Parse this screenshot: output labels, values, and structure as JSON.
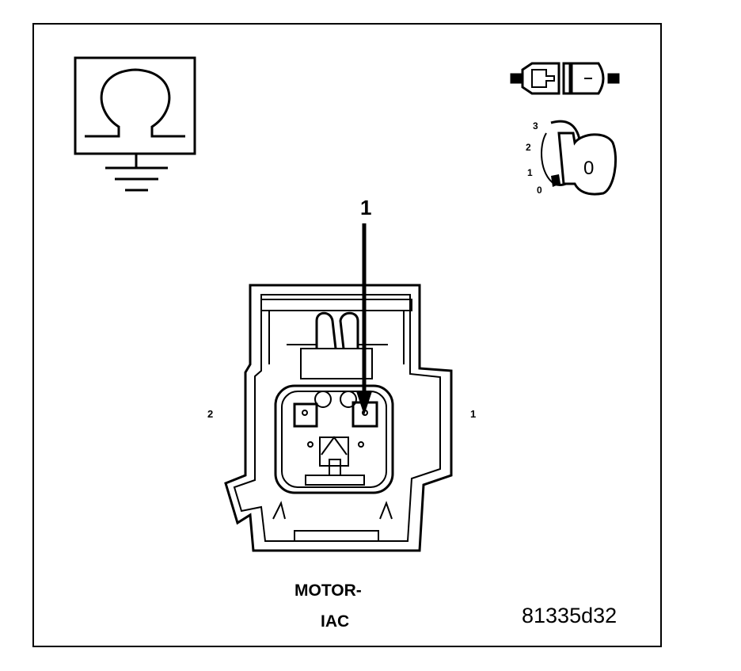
{
  "diagram": {
    "callout_number": "1",
    "pin_labels": {
      "left": "2",
      "right": "1"
    },
    "ignition_positions": [
      "3",
      "2",
      "1",
      "0"
    ],
    "ignition_key_label": "0",
    "connector_title_line1": "MOTOR-",
    "connector_title_line2": "IAC",
    "figure_code": "81335d32"
  },
  "icons": {
    "ohmmeter": "ohm-ground-icon",
    "disconnect": "connector-disconnect-icon",
    "ignition": "ignition-key-off-icon"
  }
}
